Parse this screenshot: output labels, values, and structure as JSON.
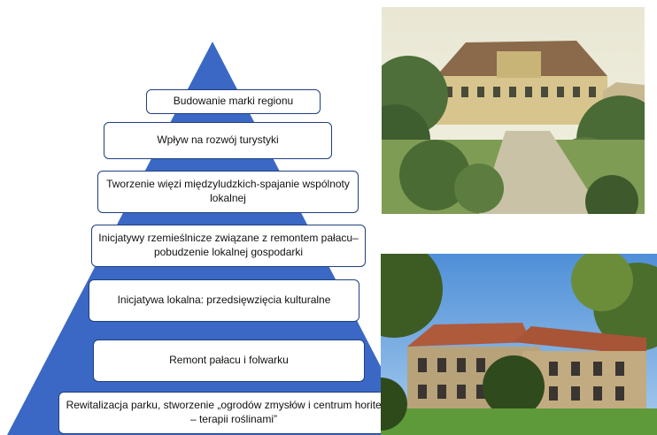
{
  "pyramid": {
    "color": "#3a68c4",
    "levels": [
      {
        "label": "Budowanie marki regionu"
      },
      {
        "label": "Wpływ na rozwój turystyki"
      },
      {
        "label": "Tworzenie więzi międzyludzkich-spajanie wspólnoty lokalnej"
      },
      {
        "label": "Inicjatywy rzemieślnicze związane z remontem pałacu– pobudzenie lokalnej gospodarki"
      },
      {
        "label": "Inicjatywa lokalna: przedsięwzięcia kulturalne"
      },
      {
        "label": "Remont pałacu i folwarku"
      },
      {
        "label": "Rewitalizacja parku, stworzenie „ogrodów zmysłów i centrum horiterapii – terapii roślinami”"
      }
    ]
  },
  "images": {
    "top": {
      "subject": "historic-palace-illustration"
    },
    "bottom": {
      "subject": "palace-photo"
    }
  }
}
